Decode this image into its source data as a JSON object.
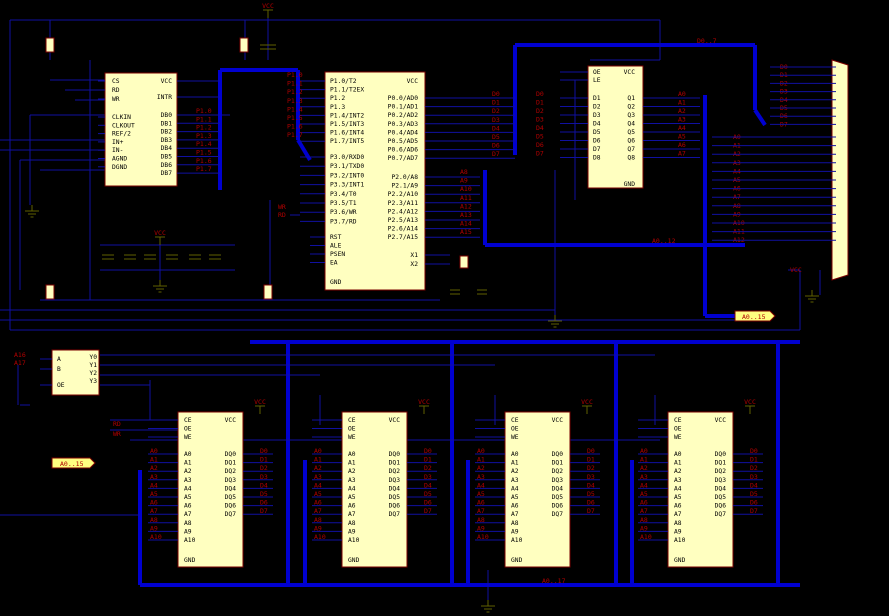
{
  "labels": {
    "vcc": "VCC",
    "gnd": "GND",
    "db7": "D0..7",
    "bus_addr_mid": "A0..12",
    "bus_addr_right": "A0..15",
    "bus_addr_left": "A0..15",
    "bus_addr_bottom": "A0..17",
    "wr": "WR",
    "rd": "RD",
    "a16": "A16",
    "a17": "A17"
  },
  "adc": {
    "left": [
      "CS",
      "RD",
      "WR",
      "CLKIN",
      "CLKOUT",
      "REF/2",
      "IN+",
      "IN-",
      "AGND",
      "DGND"
    ],
    "right": [
      "VCC",
      "INTR",
      "DB0",
      "DB1",
      "DB2",
      "DB3",
      "DB4",
      "DB5",
      "DB6",
      "DB7"
    ],
    "port_labels": [
      "P1.0",
      "P1.1",
      "P1.2",
      "P1.3",
      "P1.4",
      "P1.5",
      "P1.6",
      "P1.7"
    ]
  },
  "mcu": {
    "left_top": [
      "P1.0/T2",
      "P1.1/T2EX",
      "P1.2",
      "P1.3",
      "P1.4/INT2",
      "P1.5/INT3",
      "P1.6/INT4",
      "P1.7/INT5"
    ],
    "left_mid": [
      "P3.0/RXD0",
      "P3.1/TXD0",
      "P3.2/INT0",
      "P3.3/INT1",
      "P3.4/T0",
      "P3.5/T1",
      "P3.6/WR",
      "P3.7/RD"
    ],
    "left_bot": [
      "RST",
      "ALE",
      "PSEN",
      "EA",
      "GND"
    ],
    "right_top": [
      "VCC",
      "P0.0/AD0",
      "P0.1/AD1",
      "P0.2/AD2",
      "P0.3/AD3",
      "P0.4/AD4",
      "P0.5/AD5",
      "P0.6/AD6",
      "P0.7/AD7"
    ],
    "right_mid": [
      "P2.0/A8",
      "P2.1/A9",
      "P2.2/A10",
      "P2.3/A11",
      "P2.4/A12",
      "P2.5/A13",
      "P2.6/A14",
      "P2.7/A15"
    ],
    "right_bot": [
      "X1",
      "X2"
    ],
    "port_labels_left": [
      "P1.0",
      "P1.1",
      "P1.2",
      "P1.3",
      "P1.4",
      "P1.5",
      "P1.6",
      "P1.7"
    ],
    "data_labels": [
      "D0",
      "D1",
      "D2",
      "D3",
      "D4",
      "D5",
      "D6",
      "D7"
    ],
    "addr_labels": [
      "A8",
      "A9",
      "A10",
      "A11",
      "A12",
      "A13",
      "A14",
      "A15"
    ]
  },
  "latch": {
    "left": [
      "OE",
      "LE",
      "D1",
      "D2",
      "D3",
      "D4",
      "D5",
      "D6",
      "D7",
      "D8"
    ],
    "right": [
      "VCC",
      "Q1",
      "Q2",
      "Q3",
      "Q4",
      "Q5",
      "Q6",
      "Q7",
      "Q8",
      "GND"
    ],
    "in_labels": [
      "D0",
      "D1",
      "D2",
      "D3",
      "D4",
      "D5",
      "D6",
      "D7"
    ],
    "out_labels": [
      "A0",
      "A1",
      "A2",
      "A3",
      "A4",
      "A5",
      "A6",
      "A7"
    ]
  },
  "connector": {
    "data_labels": [
      "D0",
      "D1",
      "D2",
      "D3",
      "D4",
      "D5",
      "D6",
      "D7"
    ],
    "addr_labels": [
      "A0",
      "A1",
      "A2",
      "A3",
      "A4",
      "A5",
      "A6",
      "A7",
      "A8",
      "A9",
      "A10",
      "A11",
      "A12"
    ],
    "vcc_label": "VCC"
  },
  "decoder": {
    "left": [
      "A",
      "B",
      "OE"
    ],
    "right": [
      "Y0",
      "Y1",
      "Y2",
      "Y3"
    ]
  },
  "ram": {
    "left": [
      "CE",
      "OE",
      "WE",
      "A0",
      "A1",
      "A2",
      "A3",
      "A4",
      "A5",
      "A6",
      "A7",
      "A8",
      "A9",
      "A10",
      "GND"
    ],
    "right": [
      "VCC",
      "DQ0",
      "DQ1",
      "DQ2",
      "DQ3",
      "DQ4",
      "DQ5",
      "DQ6",
      "DQ7"
    ],
    "in_labels": [
      "A0",
      "A1",
      "A2",
      "A3",
      "A4",
      "A5",
      "A6",
      "A7",
      "A8",
      "A9",
      "A10"
    ],
    "out_labels": [
      "D0",
      "D1",
      "D2",
      "D3",
      "D4",
      "D5",
      "D6",
      "D7"
    ]
  }
}
